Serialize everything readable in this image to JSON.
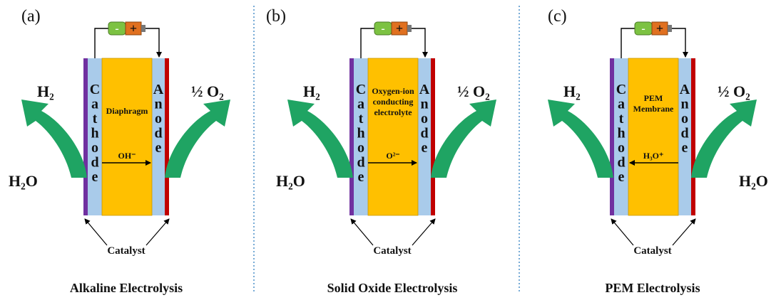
{
  "panels": [
    {
      "letter": "(a)",
      "electrolyte": [
        "Diaphragm"
      ],
      "ion": "OH⁻",
      "ion_direction": "right",
      "cathode": "Cathode",
      "anode": "Anode",
      "catalyst": "Catalyst",
      "h2": "H₂",
      "o2": "½ O₂",
      "water": "H₂O",
      "water_side": "left",
      "title": "Alkaline Electrolysis"
    },
    {
      "letter": "(b)",
      "electrolyte": [
        "Oxygen-ion",
        "conducting",
        "electrolyte"
      ],
      "ion": "O²⁻",
      "ion_direction": "right",
      "cathode": "Cathode",
      "anode": "Anode",
      "catalyst": "Catalyst",
      "h2": "H₂",
      "o2": "½ O₂",
      "water": "H₂O",
      "water_side": "left",
      "title": "Solid Oxide Electrolysis"
    },
    {
      "letter": "(c)",
      "electrolyte": [
        "PEM",
        "Membrane"
      ],
      "ion": "H₃O⁺",
      "ion_direction": "left",
      "cathode": "Cathode",
      "anode": "Anode",
      "catalyst": "Catalyst",
      "h2": "H₂",
      "o2": "½ O₂",
      "water": "H₂O",
      "water_side": "right",
      "title": "PEM Electrolysis"
    }
  ],
  "battery": {
    "minus": "-",
    "plus": "+"
  },
  "colors": {
    "electrolyte": "#FFC000",
    "electrode": "#A9CBEA",
    "cathode_catalyst": "#7030A0",
    "anode_catalyst": "#C00000",
    "arrow_green": "#1FA463",
    "battery_green": "#7CC242",
    "battery_orange": "#E07020",
    "divider": "#4A8FC8"
  }
}
